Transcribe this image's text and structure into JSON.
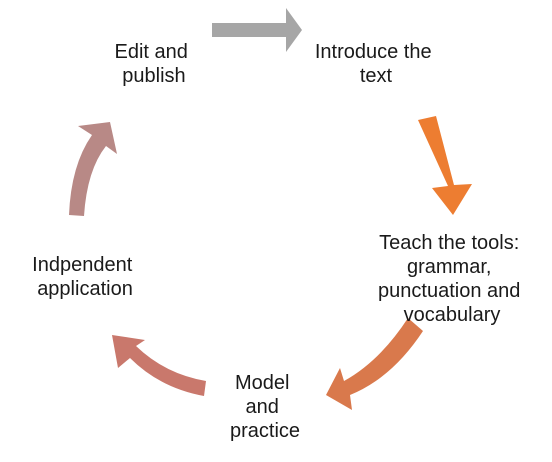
{
  "diagram": {
    "type": "cycle",
    "stages": [
      {
        "id": "introduce",
        "lines": [
          "Introduce the",
          "text"
        ]
      },
      {
        "id": "teach",
        "lines": [
          "Teach the tools:",
          "grammar,",
          "punctuation and",
          "vocabulary"
        ]
      },
      {
        "id": "model",
        "lines": [
          "Model",
          "and",
          "practice"
        ]
      },
      {
        "id": "independent",
        "lines": [
          "Indpendent",
          "application"
        ]
      },
      {
        "id": "edit",
        "lines": [
          "Edit and",
          "publish"
        ]
      }
    ],
    "arrows": [
      {
        "from": "edit",
        "to": "introduce",
        "color": "#a6a6a6"
      },
      {
        "from": "introduce",
        "to": "teach",
        "color": "#ed7d31"
      },
      {
        "from": "teach",
        "to": "model",
        "color": "#d9794c"
      },
      {
        "from": "model",
        "to": "independent",
        "color": "#c9786c"
      },
      {
        "from": "independent",
        "to": "edit",
        "color": "#b88986"
      }
    ]
  }
}
